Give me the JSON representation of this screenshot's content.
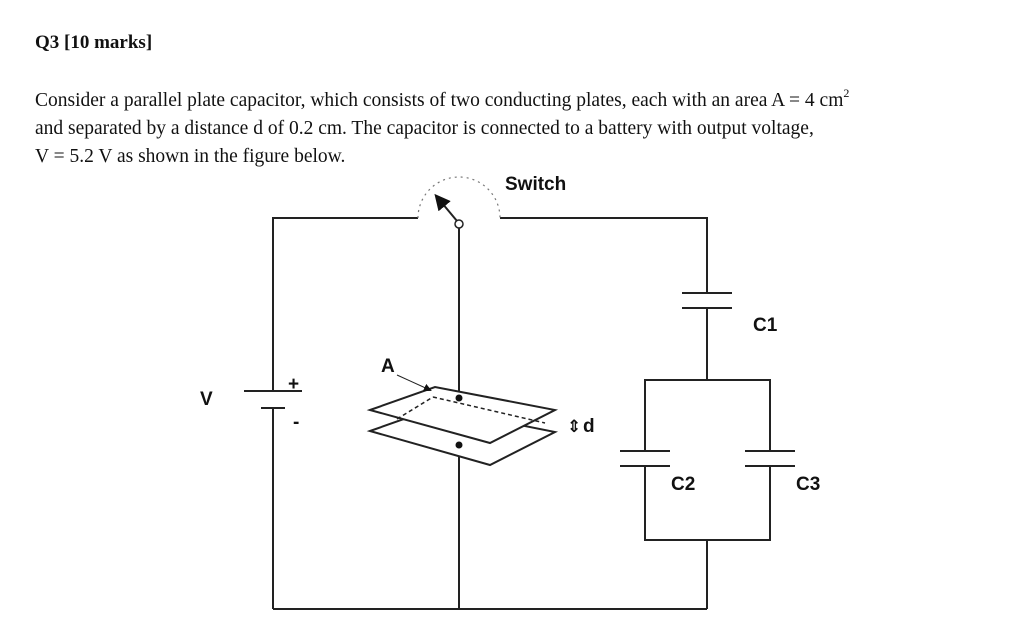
{
  "question": {
    "heading": "Q3 [10 marks]",
    "line1_pre": "Consider a parallel plate capacitor, which consists of two conducting plates, each with an area A = 4 cm",
    "line1_sup": "2",
    "line2": "and separated by a distance d of 0.2 cm. The capacitor is connected to a battery with output voltage,",
    "line3": "V = 5.2 V as shown in the figure below."
  },
  "diagram": {
    "switch_label": "Switch",
    "battery_label": "V",
    "battery_plus": "+",
    "battery_minus": "-",
    "area_label": "A",
    "distance_label": "d",
    "distance_arrow": "⇕",
    "c1_label": "C1",
    "c2_label": "C2",
    "c3_label": "C3"
  }
}
